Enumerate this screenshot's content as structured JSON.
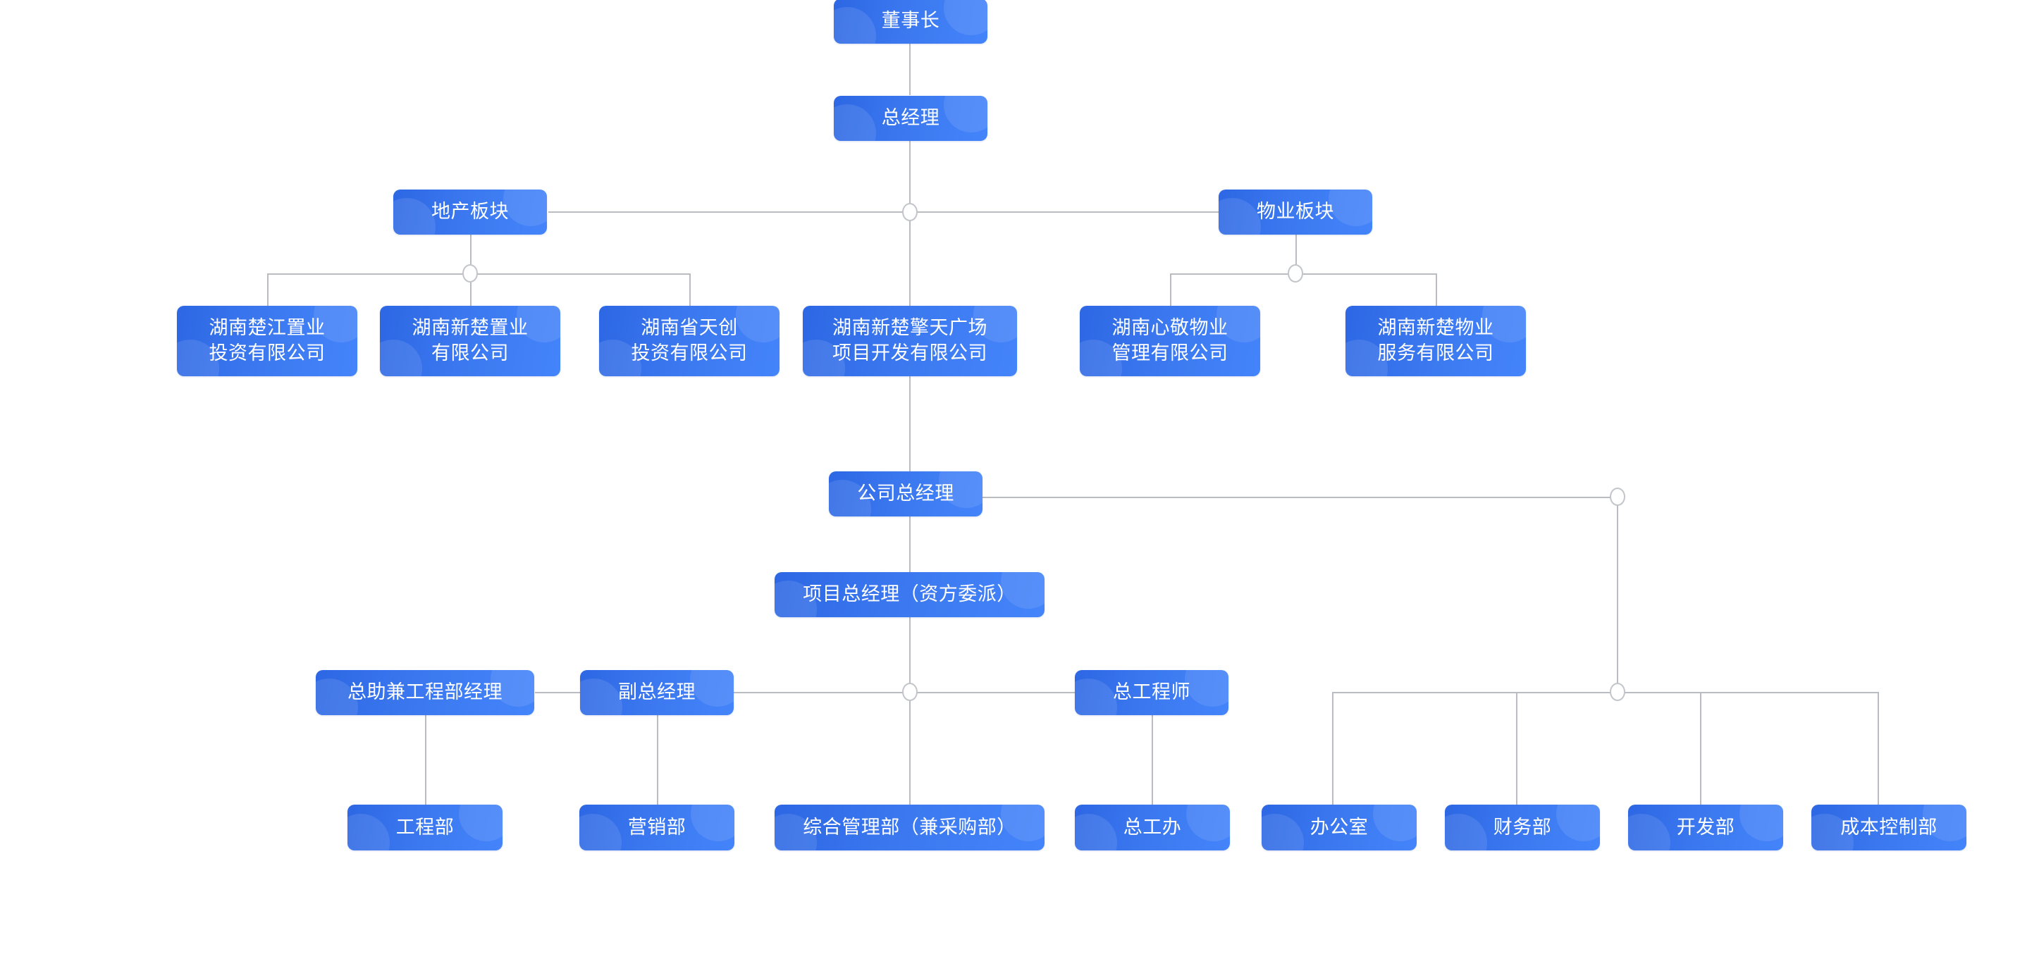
{
  "chart_type": "org-chart",
  "palette": {
    "node_gradient_start": "#2D67E4",
    "node_gradient_end": "#4484FA",
    "node_text": "#FFFFFF",
    "connector_line": "#B9BCC0",
    "junction_fill": "#FFFFFF",
    "junction_border": "#C2C5C9",
    "background": "#FFFFFF"
  },
  "nodes": {
    "chairman": "董事长",
    "general_manager": "总经理",
    "real_estate_division": "地产板块",
    "property_division": "物业板块",
    "co_chujiang": "湖南楚江置业\n投资有限公司",
    "co_xinchu_zhiye": "湖南新楚置业\n有限公司",
    "co_tianchuang": "湖南省天创\n投资有限公司",
    "co_qingtian_plaza": "湖南新楚擎天广场\n项目开发有限公司",
    "co_xinjing_property": "湖南心敬物业\n管理有限公司",
    "co_xinchu_property": "湖南新楚物业\n服务有限公司",
    "company_gm": "公司总经理",
    "project_gm": "项目总经理（资方委派）",
    "assistant_eng_manager": "总助兼工程部经理",
    "deputy_gm": "副总经理",
    "chief_engineer": "总工程师",
    "dept_engineering": "工程部",
    "dept_marketing": "营销部",
    "dept_general_admin": "综合管理部（兼采购部）",
    "dept_chief_eng_office": "总工办",
    "dept_office": "办公室",
    "dept_finance": "财务部",
    "dept_development": "开发部",
    "dept_cost_control": "成本控制部"
  }
}
